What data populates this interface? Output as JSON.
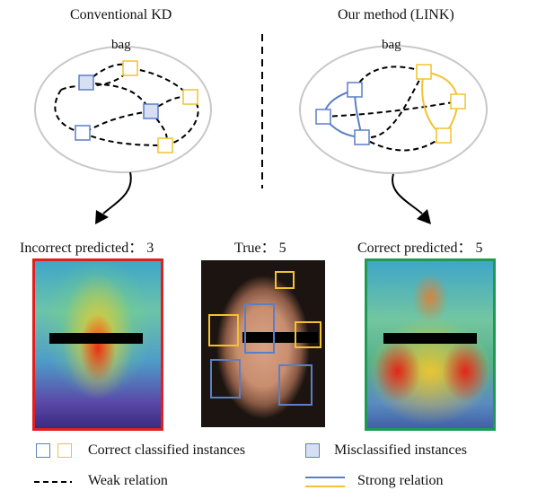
{
  "titles": {
    "left": "Conventional KD",
    "right": "Our method (LINK)"
  },
  "bag_label_left": "bag",
  "bag_label_right": "bag",
  "captions": {
    "left": "Incorrect predicted： 3",
    "middle": "True： 5",
    "right": "Correct predicted： 5"
  },
  "legend": {
    "correct": "Correct classified instances",
    "misclassified": "Misclassified  instances",
    "weak": "Weak relation",
    "strong": "Strong relation"
  },
  "colors": {
    "blue": "#5b7fc7",
    "yellow": "#f2c230",
    "misclassified_fill": "#d6e0f2",
    "left_frame": "#e02020",
    "right_frame": "#1f9a55"
  }
}
